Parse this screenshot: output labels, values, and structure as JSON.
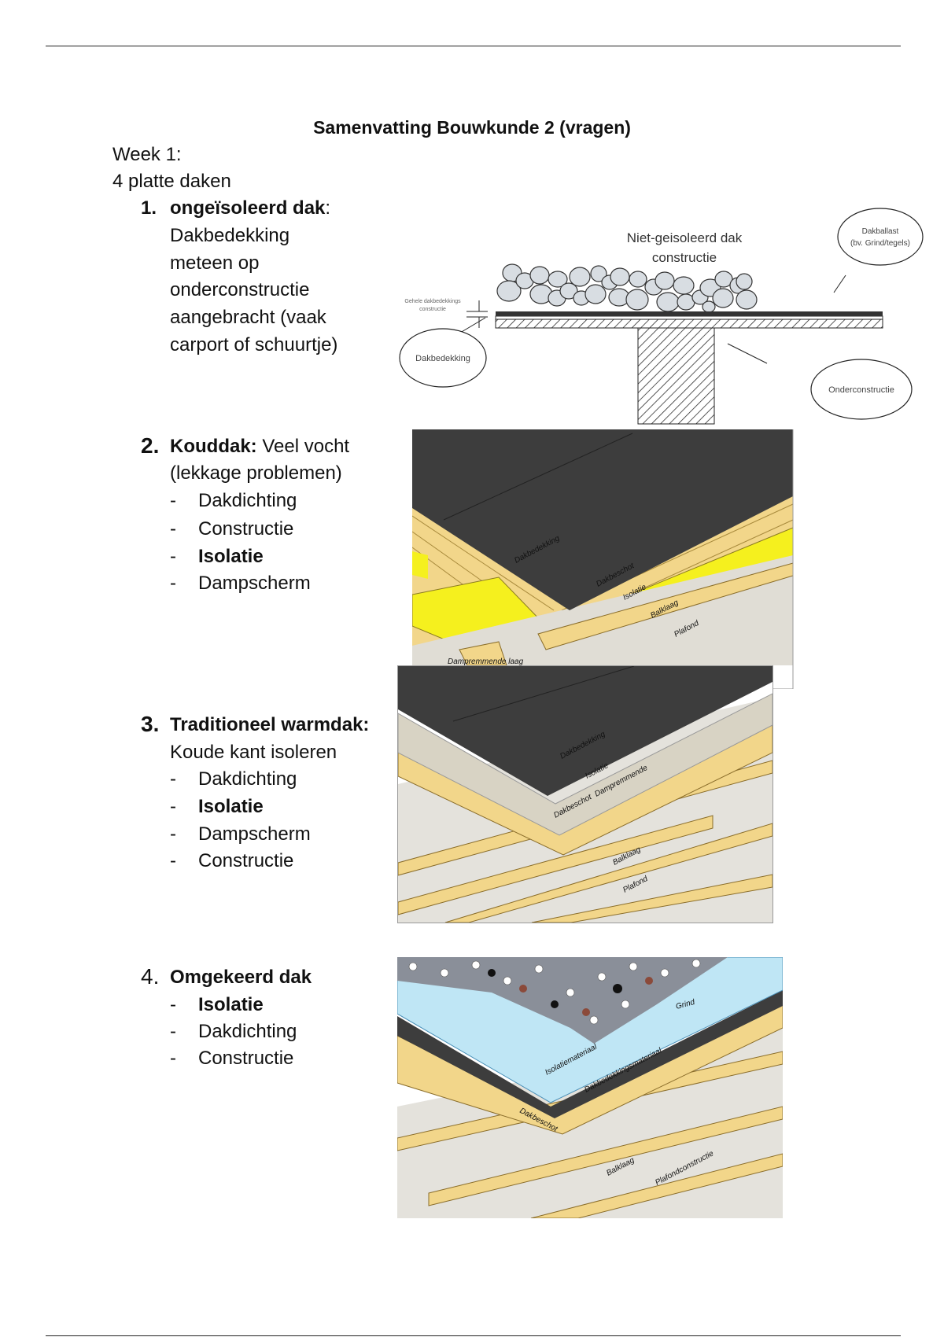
{
  "title": "Samenvatting Bouwkunde 2 (vragen)",
  "week": "Week 1:",
  "intro": "4 platte daken",
  "items": [
    {
      "number": "1.",
      "heading": "ongeïsoleerd dak",
      "heading_suffix": ":",
      "description_lines": [
        "Dakbedekking",
        "meteen op",
        "onderconstructie",
        "aangebracht (vaak",
        "carport of schuurtje)"
      ],
      "figure": {
        "title_lines": [
          "Niet-geisoleerd dak",
          "constructie"
        ],
        "labels": {
          "dakballast": "Dakballast",
          "dakballast_sub": "(bv. Grind/tegels)",
          "gehele_lines": [
            "Gehele dakbedekkings",
            "constructie"
          ],
          "dakbedekking": "Dakbedekking",
          "onderconstructie": "Onderconstructie"
        }
      }
    },
    {
      "number": "2.",
      "heading": "Kouddak:",
      "description": " Veel vocht",
      "description_line2": "(lekkage problemen)",
      "layers": [
        {
          "label": "Dakdichting",
          "bold": false
        },
        {
          "label": "Constructie",
          "bold": false
        },
        {
          "label": "Isolatie",
          "bold": true
        },
        {
          "label": "Dampscherm",
          "bold": false
        }
      ],
      "figure_labels": [
        "Dakbedekking",
        "Dakbeschot",
        "Isolatie",
        "Balklaag",
        "Plafond",
        "Dampremmende laag"
      ]
    },
    {
      "number": "3.",
      "heading": "Traditioneel warmdak:",
      "description": "Koude kant isoleren",
      "layers": [
        {
          "label": "Dakdichting",
          "bold": false
        },
        {
          "label": "Isolatie",
          "bold": true
        },
        {
          "label": "Dampscherm",
          "bold": false
        },
        {
          "label": "Constructie",
          "bold": false
        }
      ],
      "figure_labels": [
        "Dakbedekking",
        "Isolatie",
        "Dampremmende",
        "Dakbeschot",
        "Balklaag",
        "Plafond"
      ]
    },
    {
      "number": "4.",
      "heading": "Omgekeerd dak",
      "layers": [
        {
          "label": "Isolatie",
          "bold": true
        },
        {
          "label": "Dakdichting",
          "bold": false
        },
        {
          "label": "Constructie",
          "bold": false
        }
      ],
      "figure_labels": [
        "Grind",
        "Isolatiemateriaal",
        "Dakbedekkingsmateriaal",
        "Dakbeschot",
        "Balklaag",
        "Plafondconstructie"
      ]
    }
  ],
  "dash": "-",
  "colors": {
    "membrane": "#3d3d3d",
    "wood": "#f2d68a",
    "insulation": "#f5f01e",
    "xps": "#bfe6f5",
    "ceiling": "#d9d9d9"
  }
}
